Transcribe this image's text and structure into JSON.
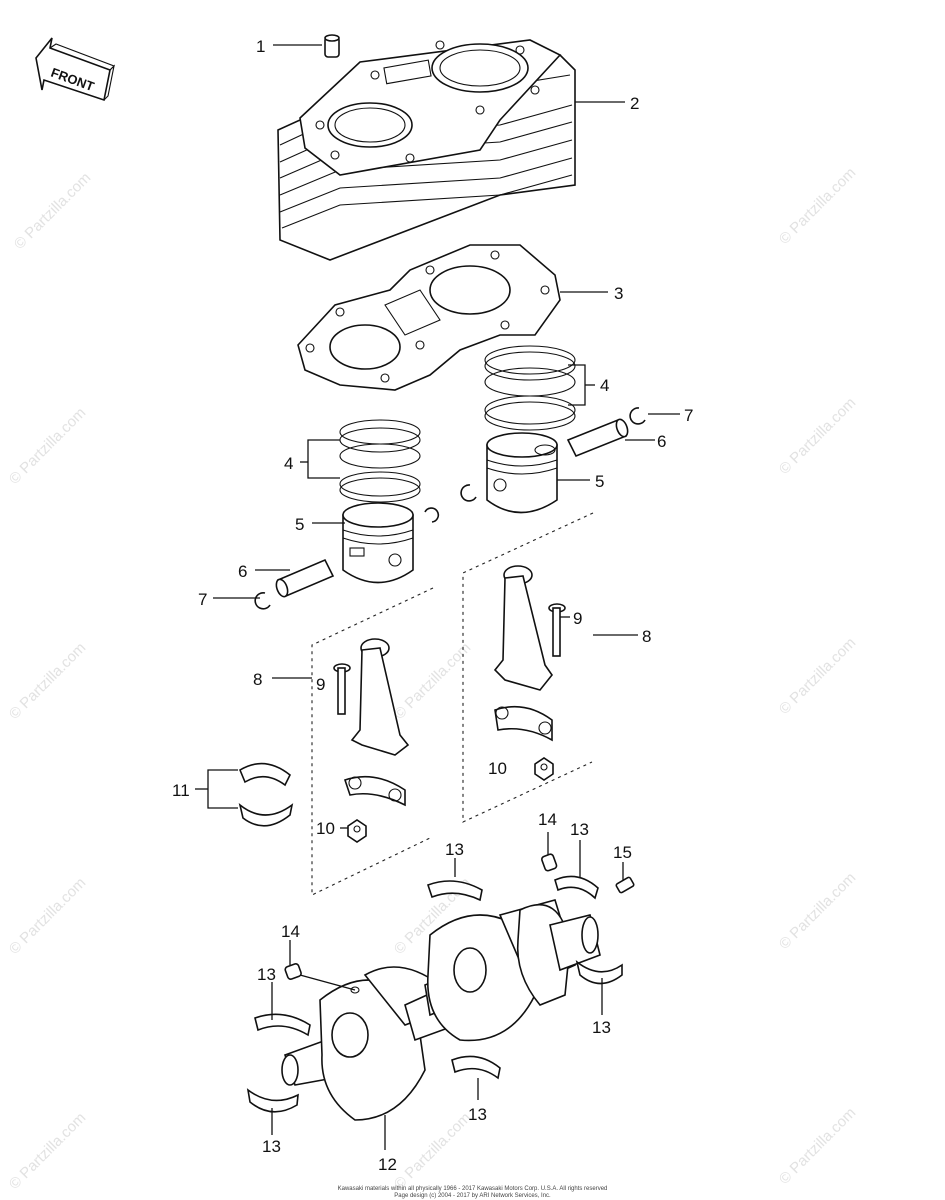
{
  "front_label": "FRONT",
  "watermark": "© Partzilla.com",
  "copyright_lines": [
    "Kawasaki materials within all physically 1966 - 2017 Kawasaki Motors Corp. U.S.A.   All rights reserved",
    "Page design (c) 2004 - 2017 by ARI Network Services, Inc."
  ],
  "callouts": [
    "1",
    "2",
    "3",
    "4",
    "4",
    "5",
    "5",
    "6",
    "6",
    "7",
    "7",
    "8",
    "8",
    "9",
    "9",
    "10",
    "10",
    "11",
    "12",
    "13",
    "13",
    "13",
    "13",
    "13",
    "13",
    "14",
    "14",
    "15"
  ]
}
